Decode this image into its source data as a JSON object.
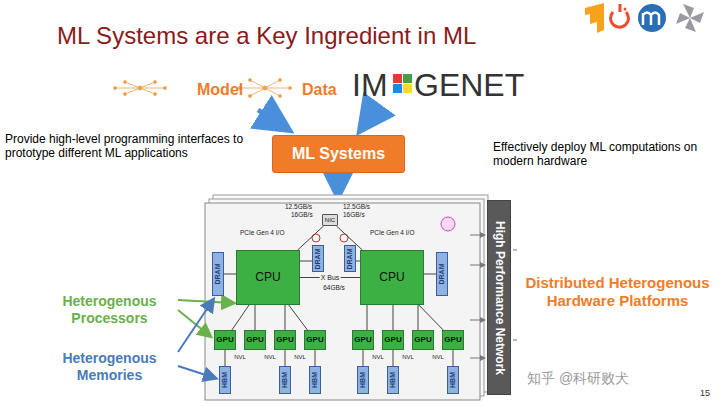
{
  "diagram": {
    "title": "ML Systems are a Key Ingredient in ML",
    "nodes": [
      {
        "text": [
          "ML Systems"
        ]
      },
      {
        "text": [
          "NIC"
        ]
      },
      {
        "text": [
          "CPU"
        ]
      },
      {
        "text": [
          "CPU"
        ]
      },
      {
        "text": [
          "DRAM"
        ]
      },
      {
        "text": [
          "DRAM"
        ]
      },
      {
        "text": [
          "DRAM"
        ]
      },
      {
        "text": [
          "DRAM"
        ]
      },
      {
        "text": [
          "GPU"
        ]
      },
      {
        "text": [
          "GPU"
        ]
      },
      {
        "text": [
          "GPU"
        ]
      },
      {
        "text": [
          "GPU"
        ]
      },
      {
        "text": [
          "GPU"
        ]
      },
      {
        "text": [
          "GPU"
        ]
      },
      {
        "text": [
          "GPU"
        ]
      },
      {
        "text": [
          "GPU"
        ]
      },
      {
        "text": [
          "HBM"
        ]
      },
      {
        "text": [
          "HBM"
        ]
      },
      {
        "text": [
          "HBM"
        ]
      },
      {
        "text": [
          "HBM"
        ]
      },
      {
        "text": [
          "HBM"
        ]
      },
      {
        "text": [
          "HBM"
        ]
      },
      {
        "text": [
          "High Performance Network"
        ]
      }
    ],
    "edges": [
      {
        "from": 1,
        "to": 2,
        "arrow": "none"
      },
      {
        "from": 1,
        "to": 3,
        "arrow": "none"
      },
      {
        "from": 2,
        "to": 3,
        "label": "X Bus",
        "arrow": "none"
      },
      {
        "from": 2,
        "to": 4,
        "arrow": "none"
      },
      {
        "from": 2,
        "to": 5,
        "arrow": "none"
      },
      {
        "from": 3,
        "to": 6,
        "arrow": "none"
      },
      {
        "from": 3,
        "to": 7,
        "arrow": "none"
      },
      {
        "from": 2,
        "to": 8,
        "arrow": "none"
      },
      {
        "from": 2,
        "to": 9,
        "arrow": "none"
      },
      {
        "from": 2,
        "to": 10,
        "arrow": "none"
      },
      {
        "from": 2,
        "to": 11,
        "arrow": "none"
      },
      {
        "from": 3,
        "to": 12,
        "arrow": "none"
      },
      {
        "from": 3,
        "to": 13,
        "arrow": "none"
      },
      {
        "from": 3,
        "to": 14,
        "arrow": "none"
      },
      {
        "from": 3,
        "to": 15,
        "arrow": "none"
      },
      {
        "from": 8,
        "to": 16,
        "arrow": "none"
      },
      {
        "from": 10,
        "to": 17,
        "arrow": "none"
      },
      {
        "from": 11,
        "to": 18,
        "arrow": "none"
      },
      {
        "from": 12,
        "to": 19,
        "arrow": "none"
      },
      {
        "from": 13,
        "to": 20,
        "arrow": "none"
      },
      {
        "from": 15,
        "to": 21,
        "arrow": "none"
      }
    ],
    "labels": [
      "Model",
      "IM",
      "GENET",
      "Data",
      "Provide high-level programming interfaces to prototype different ML applications",
      "Effectively deploy ML computations on modern hardware",
      "12.5GB/s",
      "12.5GB/s",
      "16GB/s",
      "16GB/s",
      "PCIe Gen 4 I/O",
      "PCIe Gen 4 I/O",
      "64GB/s",
      "NVL",
      "NVL",
      "NVL",
      "NVL",
      "NVL",
      "NVL",
      "Heterogenous Processors",
      "Heterogenous Memories",
      "Distributed Heterogenous Hardware Platforms",
      "知乎 @科研败犬",
      "15"
    ]
  }
}
